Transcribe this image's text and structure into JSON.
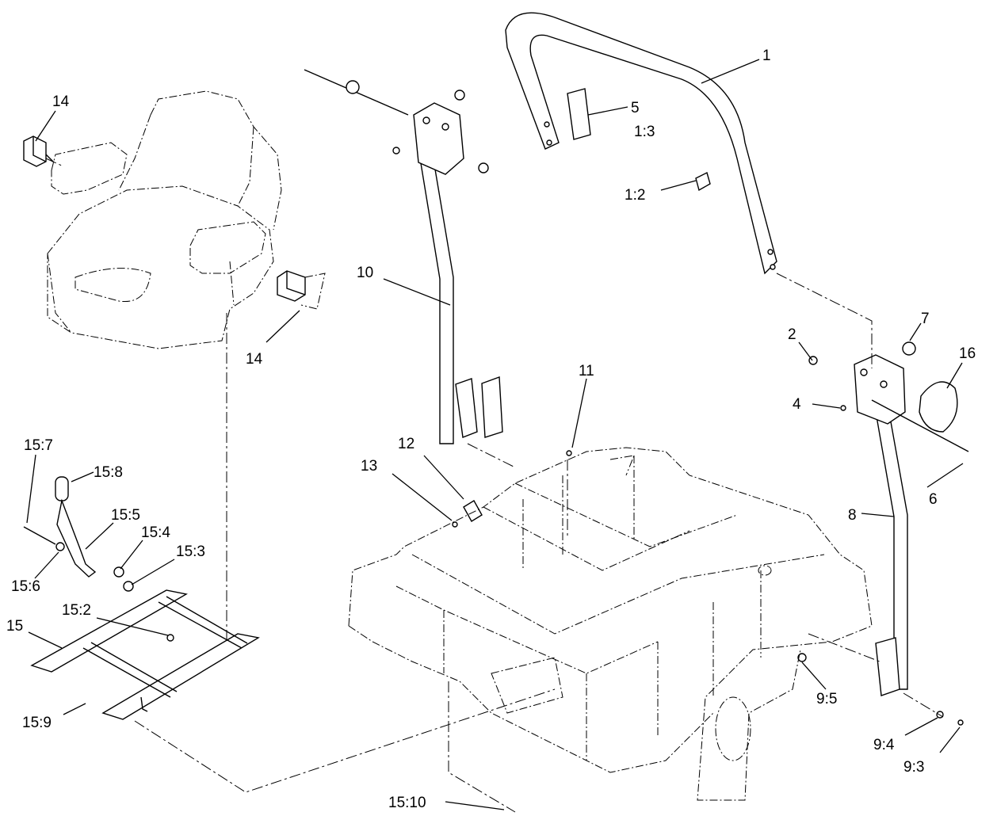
{
  "diagram": {
    "callouts": [
      {
        "id": "c-1",
        "text": "1"
      },
      {
        "id": "c-5",
        "text": "5"
      },
      {
        "id": "c-1-3",
        "text": "1:3"
      },
      {
        "id": "c-1-2",
        "text": "1:2"
      },
      {
        "id": "c-14a",
        "text": "14"
      },
      {
        "id": "c-14b",
        "text": "14"
      },
      {
        "id": "c-10",
        "text": "10"
      },
      {
        "id": "c-2",
        "text": "2"
      },
      {
        "id": "c-7",
        "text": "7"
      },
      {
        "id": "c-16",
        "text": "16"
      },
      {
        "id": "c-4",
        "text": "4"
      },
      {
        "id": "c-6",
        "text": "6"
      },
      {
        "id": "c-11",
        "text": "11"
      },
      {
        "id": "c-12",
        "text": "12"
      },
      {
        "id": "c-13",
        "text": "13"
      },
      {
        "id": "c-8",
        "text": "8"
      },
      {
        "id": "c-15-7",
        "text": "15:7"
      },
      {
        "id": "c-15-8",
        "text": "15:8"
      },
      {
        "id": "c-15-5",
        "text": "15:5"
      },
      {
        "id": "c-15-4",
        "text": "15:4"
      },
      {
        "id": "c-15-3",
        "text": "15:3"
      },
      {
        "id": "c-15-6",
        "text": "15:6"
      },
      {
        "id": "c-15-2",
        "text": "15:2"
      },
      {
        "id": "c-15",
        "text": "15"
      },
      {
        "id": "c-15-9",
        "text": "15:9"
      },
      {
        "id": "c-9-5",
        "text": "9:5"
      },
      {
        "id": "c-9-4",
        "text": "9:4"
      },
      {
        "id": "c-9-3",
        "text": "9:3"
      },
      {
        "id": "c-15-10",
        "text": "15:10"
      }
    ]
  }
}
